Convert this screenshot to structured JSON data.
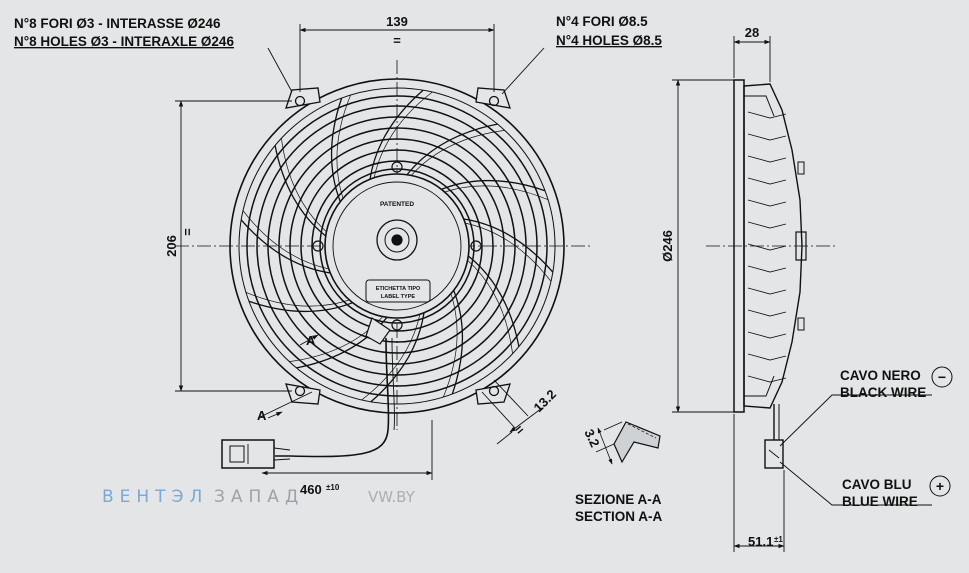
{
  "labels": {
    "holes_it": "N°8 FORI Ø3 - INTERASSE Ø246",
    "holes_en": "N°8 HOLES Ø3 - INTERAXLE Ø246",
    "mount_it": "N°4 FORI Ø8.5",
    "mount_en": "N°4 HOLES Ø8.5",
    "dim_139": "139",
    "dim_206": "206",
    "dim_28": "28",
    "dim_246": "Ø246",
    "dim_132": "13.2",
    "dim_32": "3.2",
    "dim_460": "460",
    "dim_460_tol": "±10",
    "dim_511": "51.1",
    "dim_511_tol": "±1",
    "patented": "PATENTED",
    "label_it": "ETICHETTA TIPO",
    "label_en": "LABEL TYPE",
    "section_letter": "A",
    "section_it": "SEZIONE A-A",
    "section_en": "SECTION A-A",
    "black_it": "CAVO NERO",
    "black_en": "BLACK WIRE",
    "blue_it": "CAVO BLU",
    "blue_en": "BLUE WIRE",
    "minus": "−",
    "plus": "+",
    "eq": "="
  },
  "watermark": {
    "part1": "ВЕНТЭЛ",
    "part2": "ЗАПАД",
    "part3": "VW.BY"
  },
  "colors": {
    "background": "#e3e5e6",
    "line": "#111111",
    "watermark_blue": "#7aa8d8",
    "watermark_gray": "#9aa3ab"
  }
}
